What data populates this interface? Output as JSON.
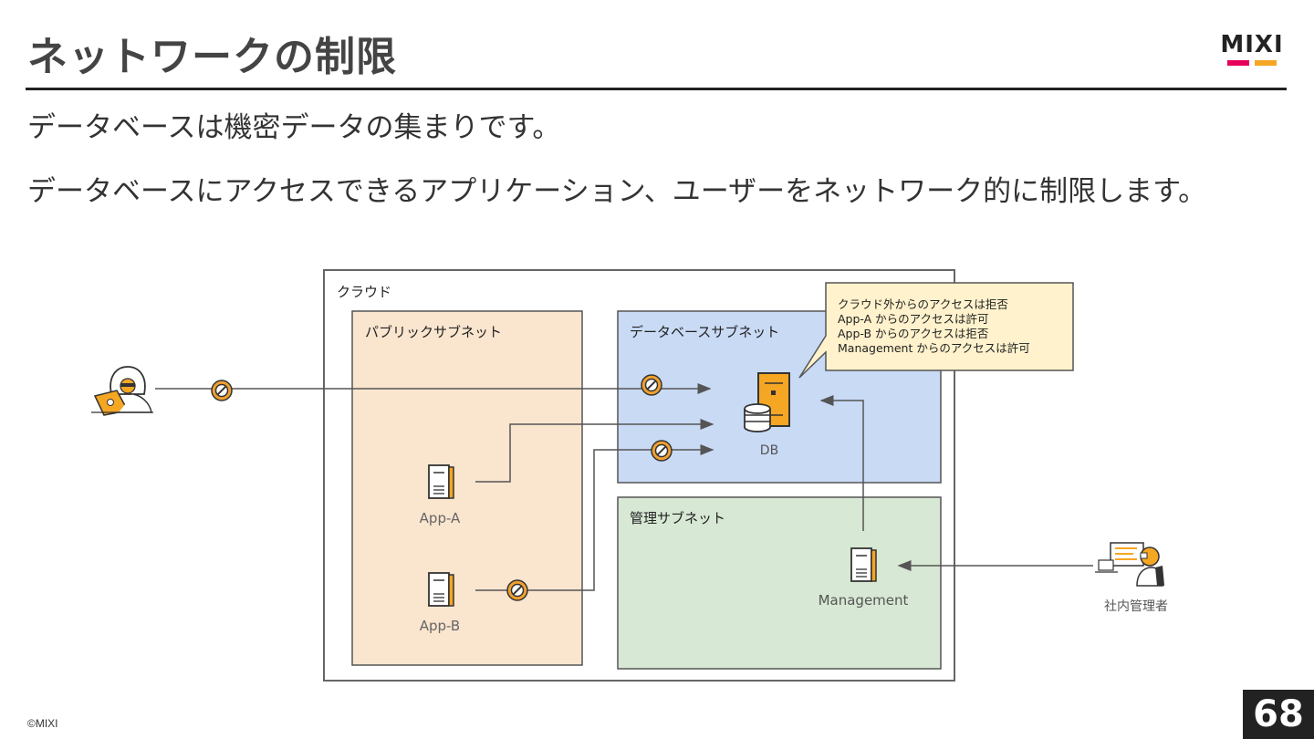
{
  "slide": {
    "title": "ネットワークの制限",
    "lead_1": "データベースは機密データの集まりです。",
    "lead_2": "データベースにアクセスできるアプリケーション、ユーザーをネットワーク的に制限します。",
    "footer": "©MIXI",
    "page_number": "68"
  },
  "logo": {
    "text": "MIXI",
    "bar_colors": [
      "#e6005a",
      "#f5a623"
    ]
  },
  "diagram": {
    "cloud_label": "クラウド",
    "public_subnet_label": "パブリックサブネット",
    "db_subnet_label": "データベースサブネット",
    "mgmt_subnet_label": "管理サブネット",
    "db_label": "DB",
    "app_a_label": "App-A",
    "app_b_label": "App-B",
    "management_label": "Management",
    "admin_label": "社内管理者",
    "callout_lines": [
      "クラウド外からのアクセスは拒否",
      "App-A からのアクセスは許可",
      "App-B からのアクセスは拒否",
      "Management からのアクセスは許可"
    ],
    "colors": {
      "public_subnet_fill": "#fae5cf",
      "db_subnet_fill": "#c9daf5",
      "mgmt_subnet_fill": "#d7e8d4",
      "callout_fill": "#fff2cc",
      "server_orange": "#f5a623",
      "deny_orange": "#f0a030"
    }
  }
}
